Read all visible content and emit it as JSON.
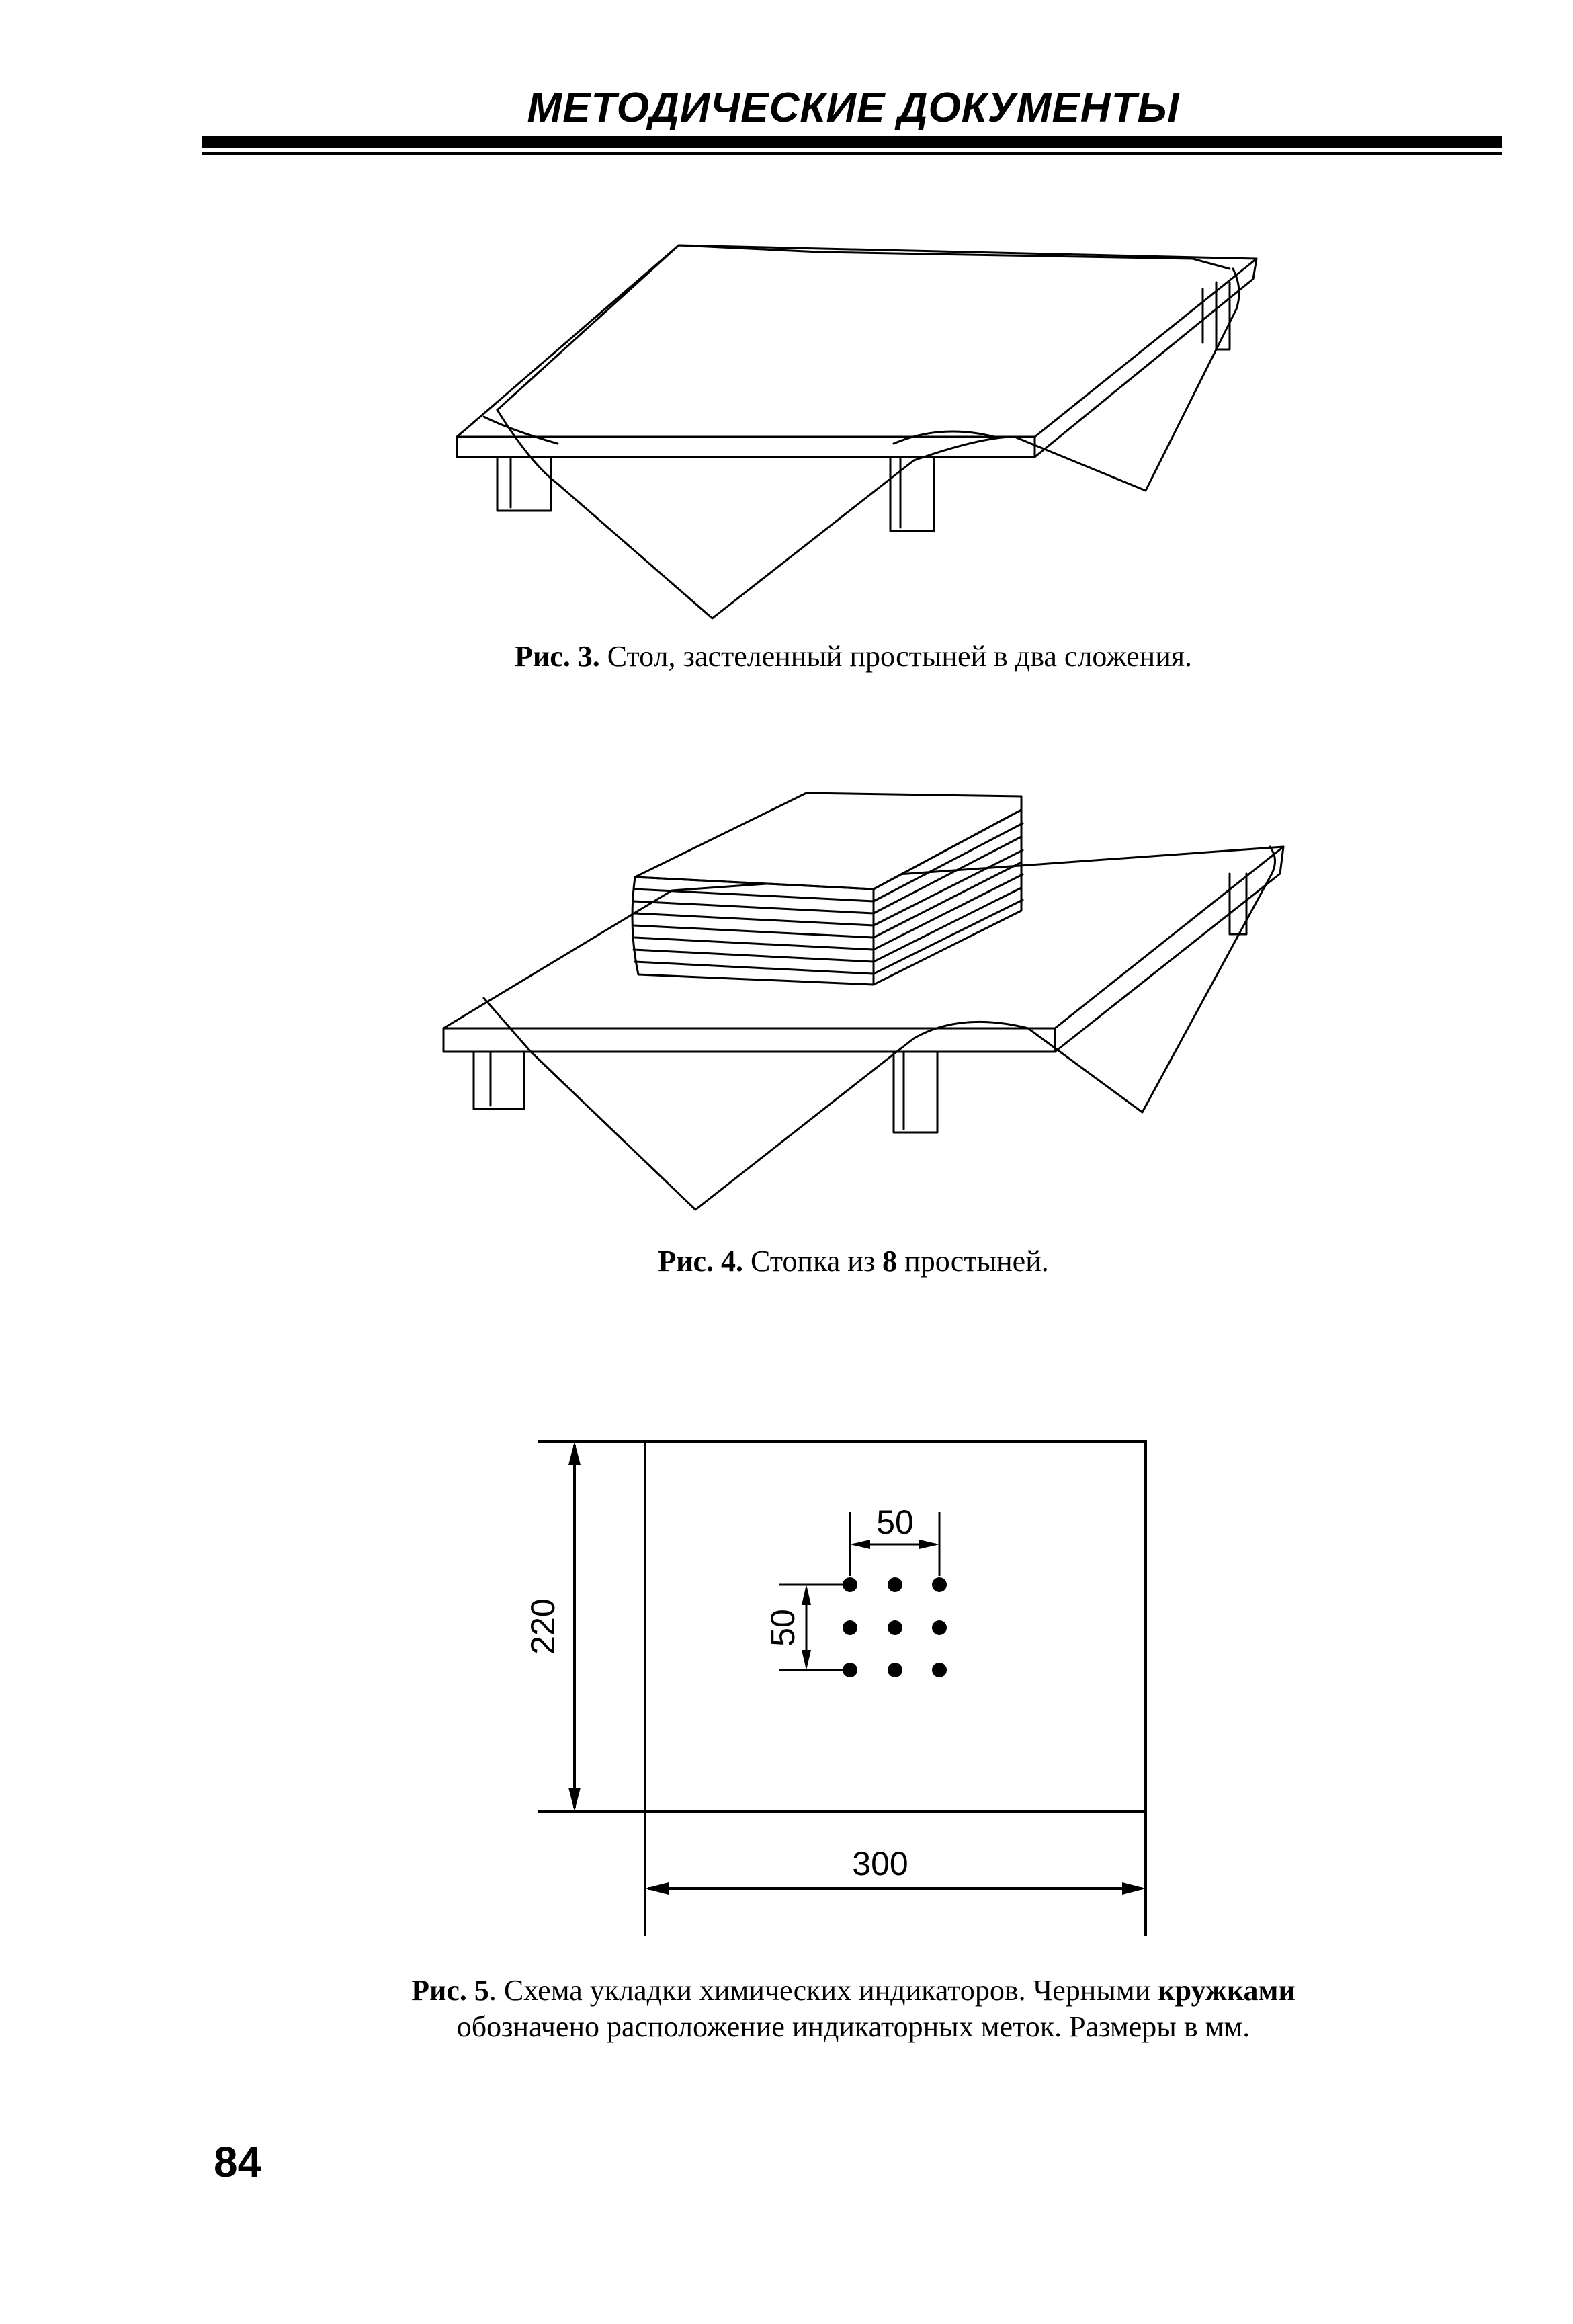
{
  "header": {
    "title": "МЕТОДИЧЕСКИЕ ДОКУМЕНТЫ"
  },
  "figure3": {
    "caption_label": "Рис. 3.",
    "caption_text": " Стол, застеленный простыней в два сложения."
  },
  "figure4": {
    "caption_label": "Рис. 4.",
    "caption_text": " Стопка из ",
    "caption_bold_num": "8",
    "caption_text2": " простыней."
  },
  "figure5": {
    "dim_width": "300",
    "dim_height": "220",
    "dim_spacing_h": "50",
    "dim_spacing_v": "50",
    "caption_label": "Рис. 5",
    "caption_line1": ". Схема укладки химических индикаторов. Черными ",
    "caption_bold": "кружками",
    "caption_line2": "обозначено расположение индикаторных меток. Размеры в мм."
  },
  "footer": {
    "page_number": "84"
  }
}
